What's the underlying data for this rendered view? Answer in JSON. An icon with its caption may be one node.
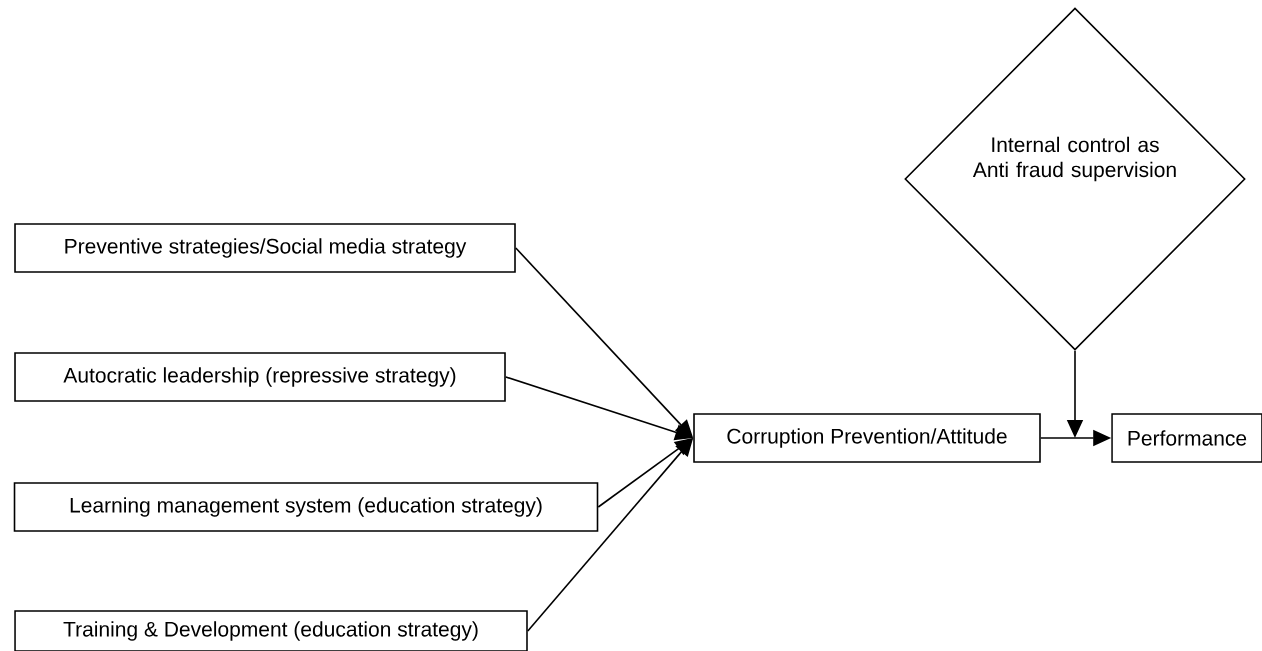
{
  "diagram": {
    "nodes": [
      {
        "text": [
          "Preventive strategies/Social media strategy"
        ]
      },
      {
        "text": [
          "Autocratic leadership (repressive strategy)"
        ]
      },
      {
        "text": [
          "Learning management system (education strategy)"
        ]
      },
      {
        "text": [
          "Training & Development (education strategy)"
        ]
      },
      {
        "text": [
          "Corruption Prevention/Attitude"
        ]
      },
      {
        "text": [
          "Internal control as Anti fraud supervision"
        ]
      },
      {
        "text": [
          "Performance"
        ]
      }
    ],
    "edges": [
      {
        "from": 0,
        "to": 4,
        "arrow": "to"
      },
      {
        "from": 1,
        "to": 4,
        "arrow": "to"
      },
      {
        "from": 2,
        "to": 4,
        "arrow": "to"
      },
      {
        "from": 3,
        "to": 4,
        "arrow": "to"
      },
      {
        "from": 4,
        "to": 6,
        "arrow": "to"
      },
      {
        "from": 5,
        "to": null,
        "arrow": "to"
      }
    ]
  }
}
